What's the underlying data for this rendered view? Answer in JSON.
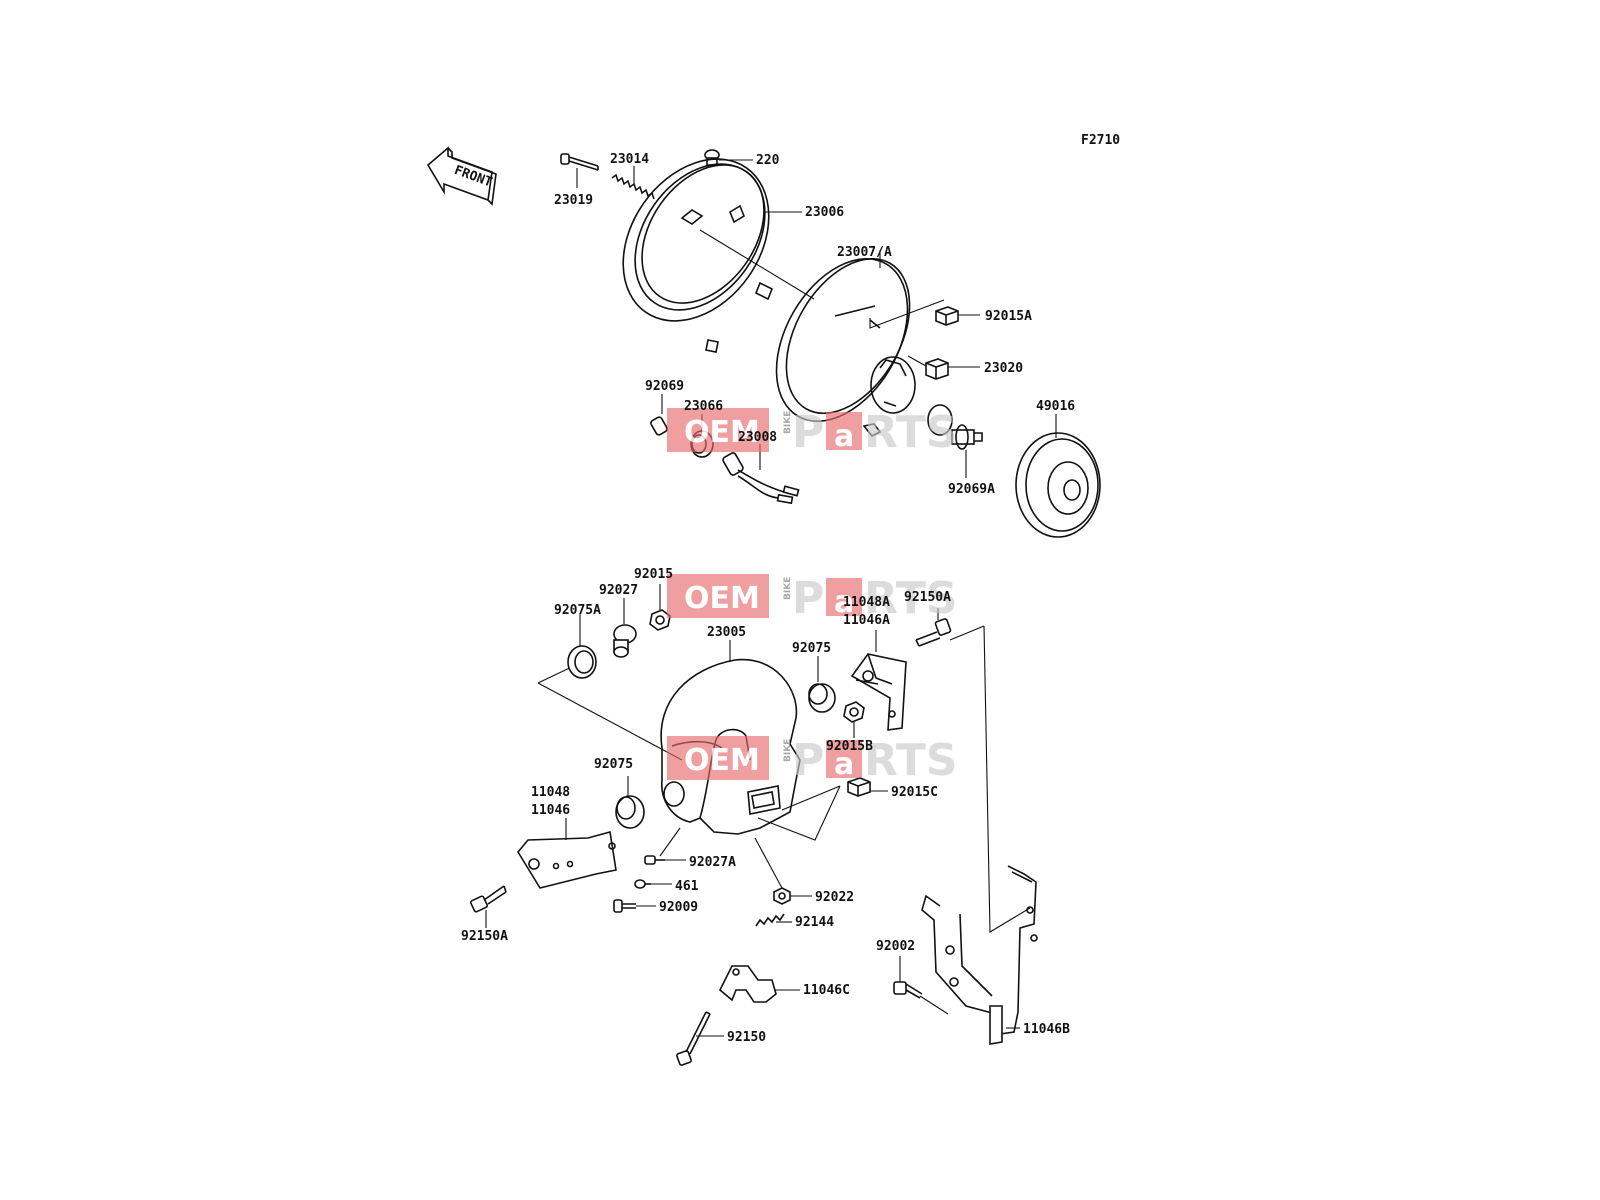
{
  "diagram": {
    "code": "F2710",
    "front_label": "FRONT",
    "watermark": {
      "oem": "OEM",
      "bike": "BIKE",
      "p": "P",
      "a": "a",
      "rts": "RTS"
    },
    "callouts": [
      "23019",
      "23014",
      "220",
      "23006",
      "23007/A",
      "92015A",
      "23020",
      "92069",
      "23066",
      "23008",
      "92069A",
      "49016",
      "92015",
      "92027",
      "92075A",
      "23005",
      "11048A",
      "11046A",
      "92150A",
      "92075",
      "92015B",
      "92075",
      "92015C",
      "11048",
      "11046",
      "92027A",
      "461",
      "92009",
      "92150A",
      "92022",
      "92144",
      "92002",
      "11046C",
      "11046B",
      "92150"
    ]
  }
}
